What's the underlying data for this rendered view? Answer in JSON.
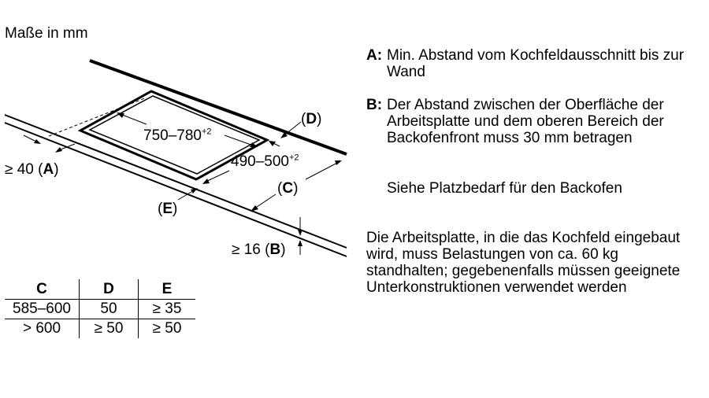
{
  "units_label": "Maße in mm",
  "diagram": {
    "dim_width": "750–780",
    "dim_width_tol": "+2",
    "dim_depth": "490–500",
    "dim_depth_tol": "+2",
    "label_d": "D",
    "label_c": "C",
    "label_e": "E",
    "label_a_prefix": "≥ 40",
    "label_a": "A",
    "label_b_prefix": "≥ 16",
    "label_b": "B"
  },
  "notes": {
    "a_key": "A:",
    "a_text": "Min. Abstand vom Kochfeldausschnitt bis zur Wand",
    "b_key": "B:",
    "b_text": "Der Abstand zwischen der Oberfläche der Arbeitsplatte und dem oberen Bereich der Backofenfront muss 30 mm betragen",
    "b_extra": "Siehe Platzbedarf für den Backofen",
    "load": "Die Arbeitsplatte, in die das Kochfeld eingebaut wird, muss Belastungen von ca. 60 kg standhalten; gegebenenfalls müssen geeignete Unterkonstruktionen verwendet werden"
  },
  "table": {
    "headers": [
      "C",
      "D",
      "E"
    ],
    "rows": [
      [
        "585–600",
        "50",
        "≥ 35"
      ],
      [
        "> 600",
        "≥ 50",
        "≥ 50"
      ]
    ]
  }
}
